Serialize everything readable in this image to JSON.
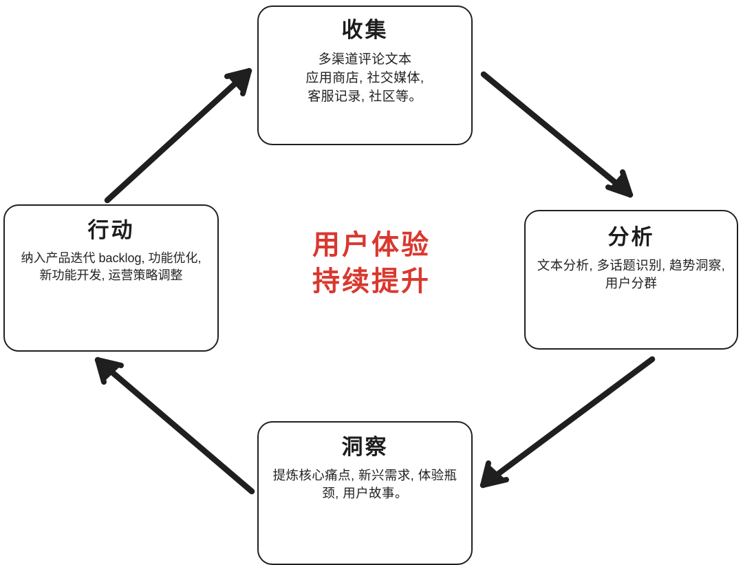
{
  "diagram": {
    "title_center": "用户体验\n持续提升",
    "center_color": "#d9382f",
    "stroke_color": "#1f1f1f",
    "background": "#ffffff",
    "nodes": [
      {
        "id": "collect",
        "title": "收集",
        "body": "多渠道评论文本\n应用商店, 社交媒体,\n客服记录, 社区等。"
      },
      {
        "id": "analyze",
        "title": "分析",
        "body": "文本分析, 多话题识别, 趋势洞察, 用户分群"
      },
      {
        "id": "insight",
        "title": "洞察",
        "body": "提炼核心痛点, 新兴需求, 体验瓶颈, 用户故事。"
      },
      {
        "id": "action",
        "title": "行动",
        "body": "纳入产品迭代 backlog, 功能优化, 新功能开发, 运营策略调整"
      }
    ],
    "arrows": [
      {
        "id": "collect-to-analyze",
        "from": "collect",
        "to": "analyze",
        "direction": "down-right"
      },
      {
        "id": "analyze-to-insight",
        "from": "analyze",
        "to": "insight",
        "direction": "down-left"
      },
      {
        "id": "insight-to-action",
        "from": "insight",
        "to": "action",
        "direction": "up-left"
      },
      {
        "id": "action-to-collect",
        "from": "action",
        "to": "collect",
        "direction": "up-right"
      }
    ]
  }
}
